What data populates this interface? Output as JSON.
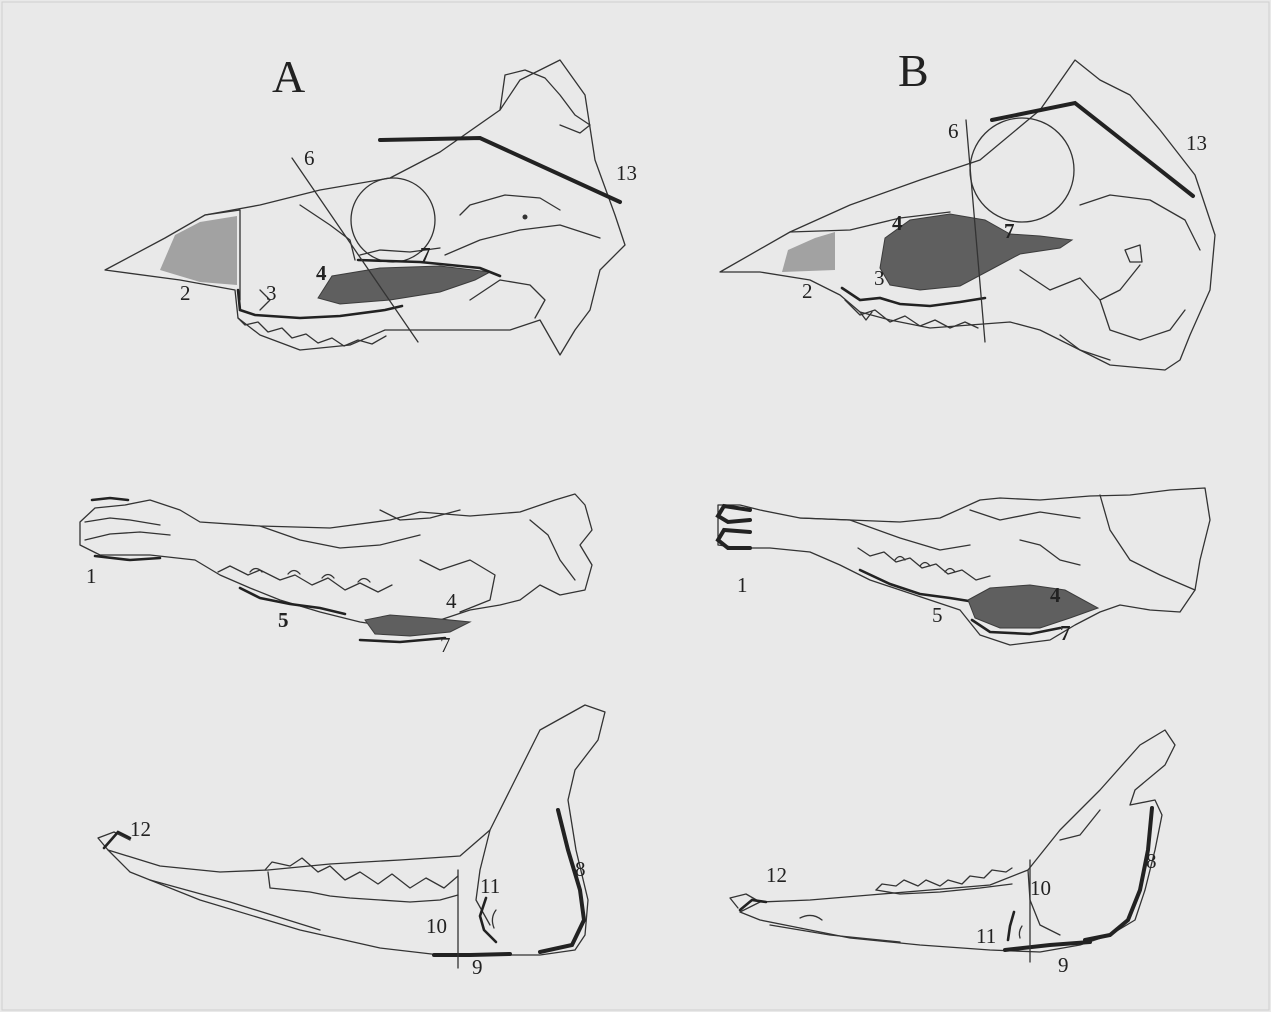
{
  "panels": {
    "A": {
      "title": "A"
    },
    "B": {
      "title": "B"
    }
  },
  "labels_a": {
    "l1": "1",
    "l2": "2",
    "l3": "3",
    "l4a": "4",
    "l4b": "4",
    "l5": "5",
    "l6": "6",
    "l7a": "7",
    "l7b": "7",
    "l8": "8",
    "l9": "9",
    "l10": "10",
    "l11": "11",
    "l12": "12",
    "l13": "13"
  },
  "labels_b": {
    "l1": "1",
    "l2": "2",
    "l3": "3",
    "l4a": "4",
    "l4b": "4",
    "l5": "5",
    "l6": "6",
    "l7a": "7",
    "l7b": "7",
    "l8": "8",
    "l9": "9",
    "l10": "10",
    "l11": "11",
    "l12": "12",
    "l13": "13"
  },
  "colors": {
    "background": "#e9e9e9",
    "line": "#222222",
    "light_region": "#a2a2a2",
    "dark_region": "#5f5f5f"
  }
}
